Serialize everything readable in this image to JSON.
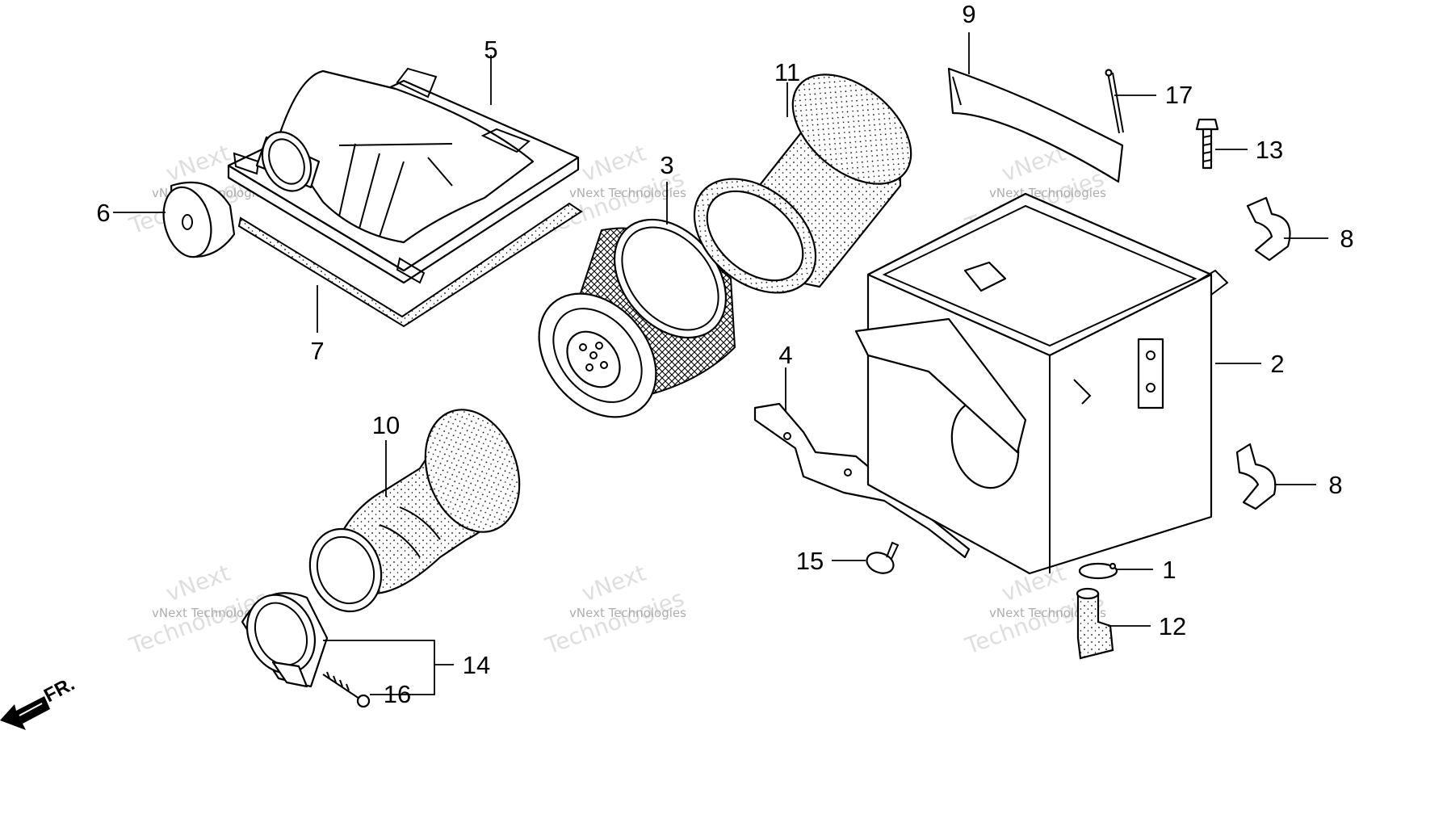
{
  "diagram": {
    "callouts": {
      "c1": "1",
      "c2": "2",
      "c3": "3",
      "c4": "4",
      "c5": "5",
      "c6": "6",
      "c7": "7",
      "c8a": "8",
      "c8b": "8",
      "c9": "9",
      "c10": "10",
      "c11": "11",
      "c12": "12",
      "c13": "13",
      "c14": "14",
      "c15": "15",
      "c16": "16",
      "c17": "17"
    },
    "direction_label": "FR.",
    "watermark": {
      "small": "vNext Technologies",
      "big_1": "vNext",
      "big_2": "Technologies"
    }
  }
}
